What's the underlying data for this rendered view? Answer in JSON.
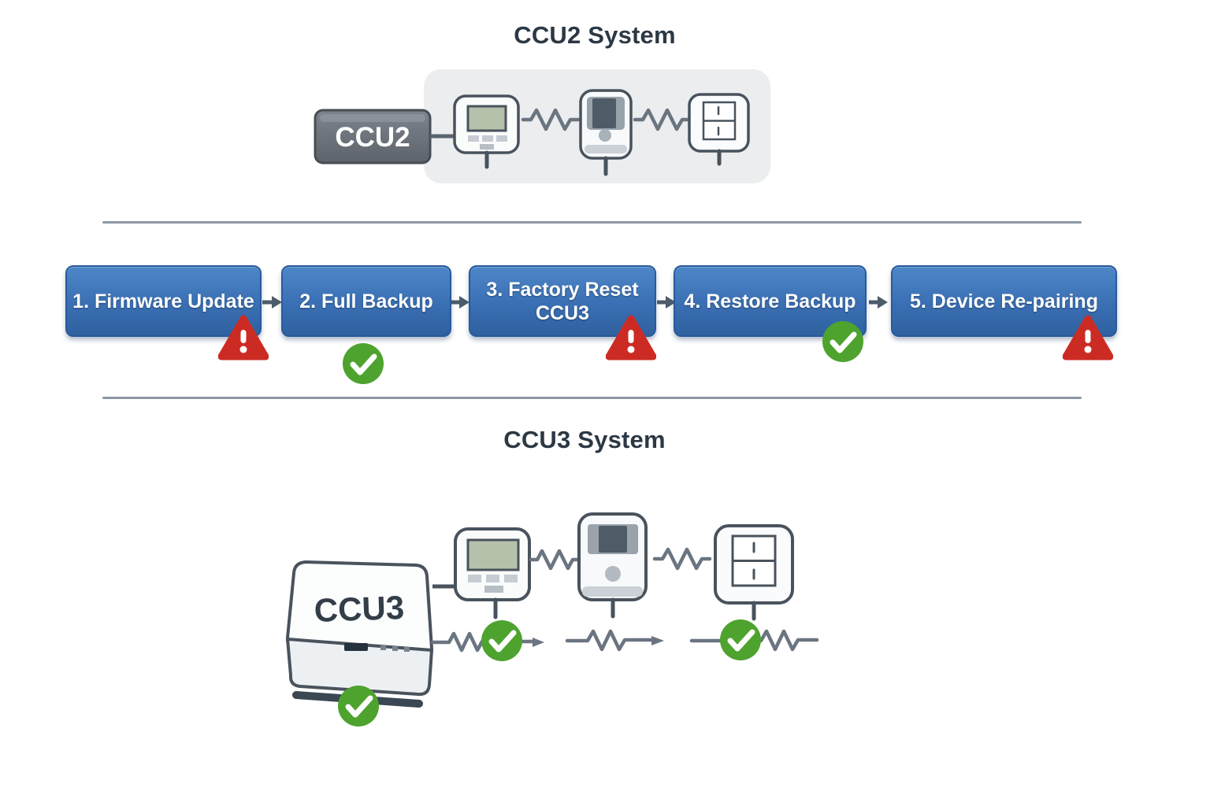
{
  "ccu2_section": {
    "title": "CCU2 System",
    "hub_label": "CCU2",
    "devices": [
      {
        "name": "thermostat"
      },
      {
        "name": "motion-sensor"
      },
      {
        "name": "wall-switch"
      }
    ]
  },
  "flow": {
    "steps": [
      {
        "label": "1. Firmware Update",
        "status": "warning"
      },
      {
        "label": "2. Full Backup",
        "status": "ok"
      },
      {
        "label": "3. Factory Reset CCU3",
        "status": "warning"
      },
      {
        "label": "4. Restore Backup",
        "status": "ok"
      },
      {
        "label": "5. Device Re-pairing",
        "status": "warning"
      }
    ]
  },
  "ccu3_section": {
    "title": "CCU3 System",
    "hub_label": "CCU3",
    "hub_status": "ok",
    "devices": [
      {
        "name": "thermostat"
      },
      {
        "name": "motion-sensor"
      },
      {
        "name": "wall-switch"
      }
    ],
    "connections": [
      {
        "from": "ccu3",
        "to": "thermostat",
        "status": "ok"
      },
      {
        "from": "thermostat",
        "to": "motion-sensor",
        "status": "pending"
      },
      {
        "from": "motion-sensor",
        "to": "wall-switch",
        "status": "ok"
      }
    ]
  },
  "colors": {
    "step_blue": "#3a6fb3",
    "step_blue_border": "#2a5a9c",
    "warning_red": "#cc2b24",
    "ok_green": "#4da32e",
    "line_gray": "#6a7581",
    "device_outline": "#49535d",
    "hub_gray": "#6b727a",
    "container_gray": "#ebedee",
    "title_text": "#2c3844",
    "separator_gray": "#8d98a4"
  }
}
